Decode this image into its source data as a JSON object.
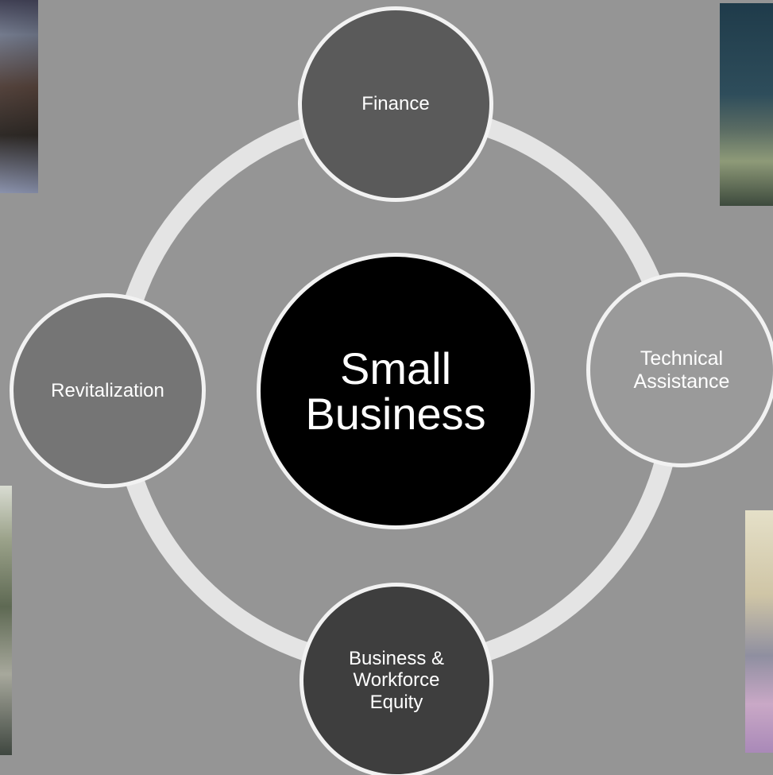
{
  "diagram": {
    "center": {
      "title": "Small Business"
    },
    "nodes": {
      "finance": "Finance",
      "technical_assistance": "Technical Assistance",
      "business_workforce_equity": "Business & Workforce Equity",
      "revitalization": "Revitalization"
    },
    "colors": {
      "background": "#959595",
      "ring": "#e4e4e4",
      "center": "#000000",
      "finance": "#5a5a5a",
      "technical_assistance": "#9a9a9a",
      "business_workforce_equity": "#3e3e3e",
      "revitalization": "#757575"
    }
  }
}
